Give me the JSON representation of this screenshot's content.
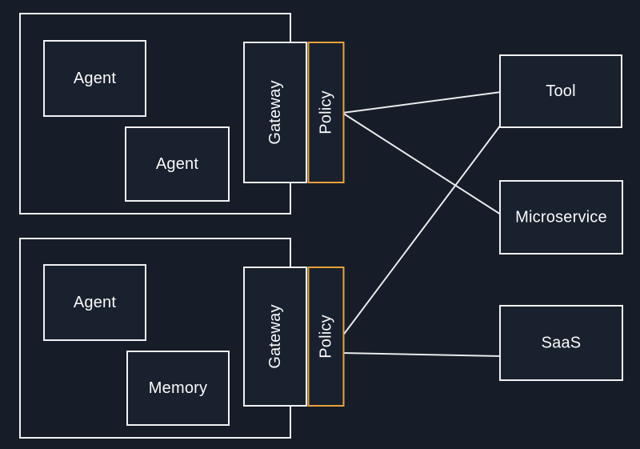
{
  "diagram": {
    "type": "architecture-diagram",
    "colors": {
      "background": "#161D28",
      "node_fill": "#19212E",
      "node_border": "#F1F2F4",
      "policy_accent_border": "#E9A23C",
      "connector": "#E9EBED",
      "label_text": "#FAFAFA"
    },
    "clusters": [
      {
        "id": "cluster1",
        "children": [
          "agent",
          "agent",
          "gateway",
          "policy"
        ]
      },
      {
        "id": "cluster2",
        "children": [
          "agent",
          "memory",
          "gateway",
          "policy"
        ]
      }
    ],
    "nodes": {
      "cluster1_agent1": {
        "label": "Agent"
      },
      "cluster1_agent2": {
        "label": "Agent"
      },
      "cluster1_gateway": {
        "label": "Gateway",
        "orientation": "vertical"
      },
      "cluster1_policy": {
        "label": "Policy",
        "orientation": "vertical"
      },
      "cluster2_agent": {
        "label": "Agent"
      },
      "cluster2_memory": {
        "label": "Memory"
      },
      "cluster2_gateway": {
        "label": "Gateway",
        "orientation": "vertical"
      },
      "cluster2_policy": {
        "label": "Policy",
        "orientation": "vertical"
      },
      "tool": {
        "label": "Tool"
      },
      "microservice": {
        "label": "Microservice"
      },
      "saas": {
        "label": "SaaS"
      }
    },
    "edges": [
      {
        "from": "cluster1_policy",
        "to": "tool"
      },
      {
        "from": "cluster1_policy",
        "to": "microservice"
      },
      {
        "from": "cluster2_policy",
        "to": "tool"
      },
      {
        "from": "cluster2_policy",
        "to": "saas"
      }
    ]
  }
}
